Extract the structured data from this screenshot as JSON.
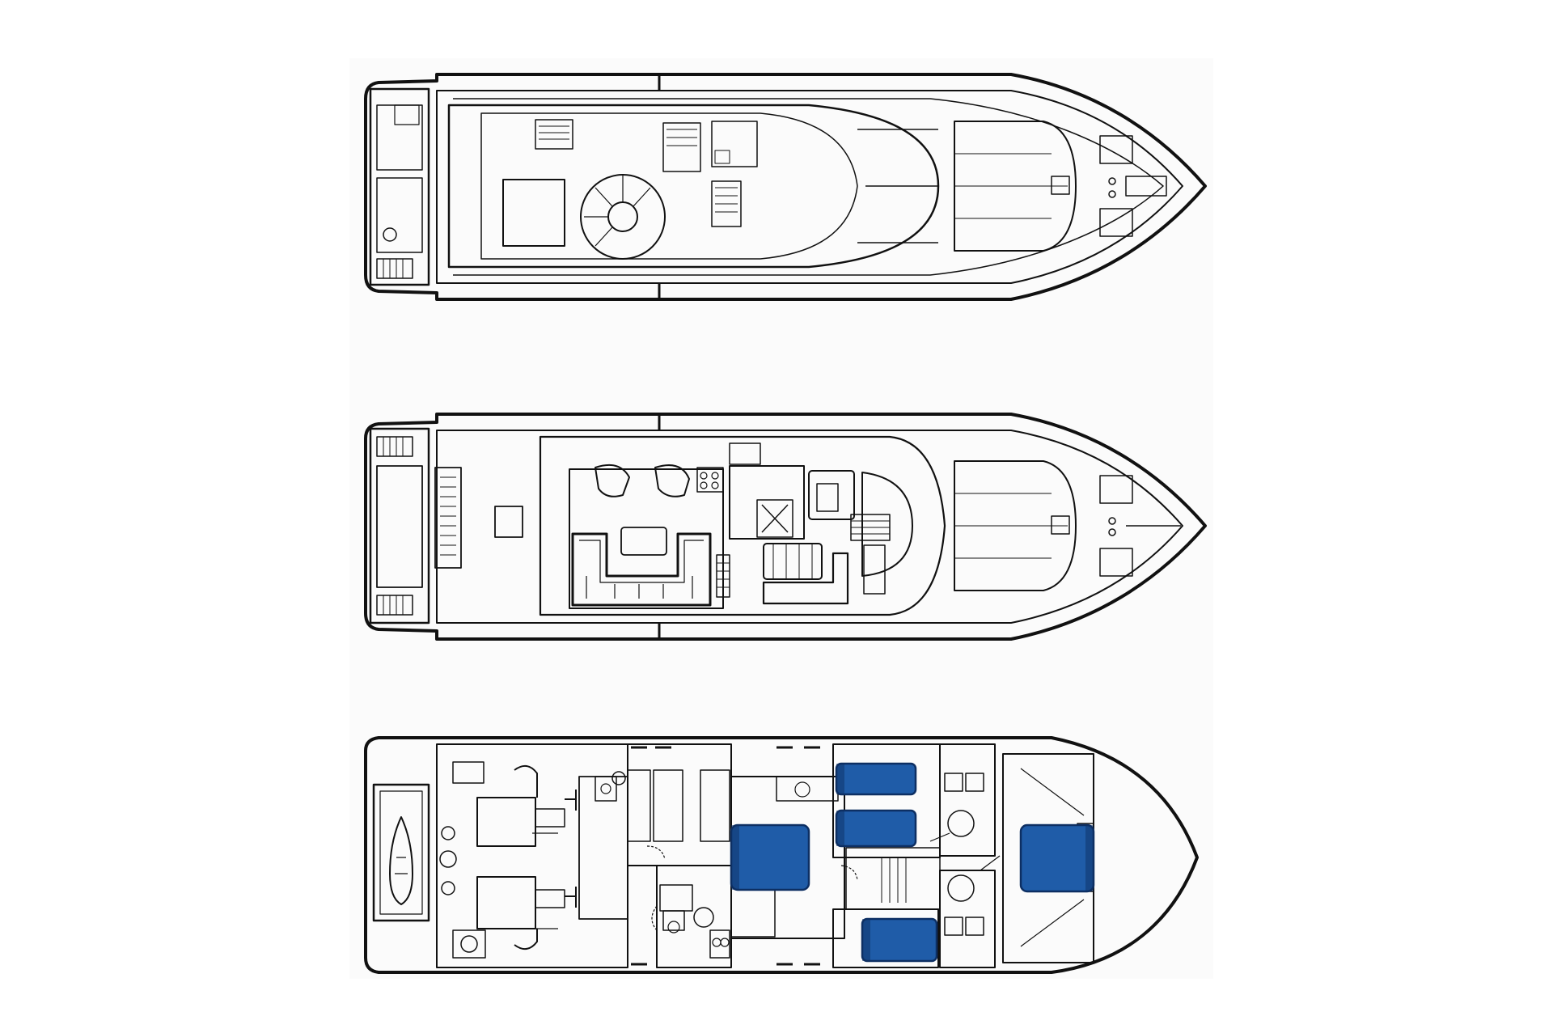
{
  "colors": {
    "background": "#ffffff",
    "panel": "#fbfbfb",
    "line": "#111111",
    "thin_line": "#3a3a3a",
    "bed_fill": "#1f5ca8",
    "bed_stroke": "#0d2f63"
  },
  "decks": [
    {
      "id": "flybridge"
    },
    {
      "id": "main-deck"
    },
    {
      "id": "lower-deck"
    }
  ],
  "cabins": [
    {
      "id": "master-bed"
    },
    {
      "id": "upper-bunk-port"
    },
    {
      "id": "lower-bunk-port"
    },
    {
      "id": "starboard-bunk"
    },
    {
      "id": "vip-bed"
    }
  ]
}
